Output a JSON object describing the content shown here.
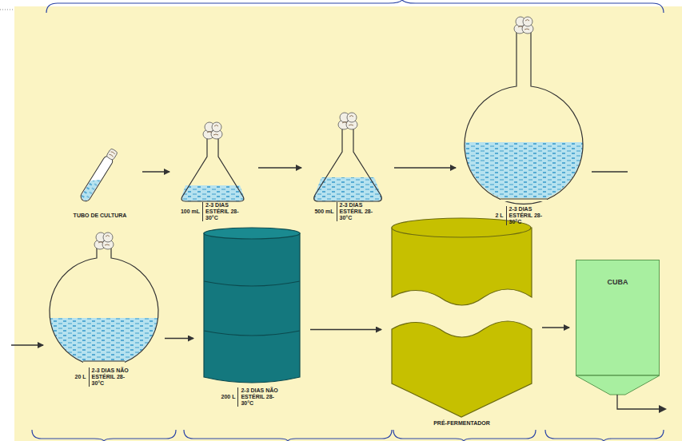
{
  "diagram": {
    "nodes": [
      {
        "text": [
          "TUBO DE CULTURA"
        ]
      },
      {
        "text": [
          "100 mL",
          "2-3 DIAS ESTÉRIL 28-30°C"
        ]
      },
      {
        "text": [
          "500 mL",
          "2-3 DIAS ESTÉRIL 28-30°C"
        ]
      },
      {
        "text": [
          "2 L",
          "2-3 DIAS ESTÉRIL 28-30°C"
        ]
      },
      {
        "text": [
          "20 L",
          "2-3 DIAS NÃO ESTÉRIL 28-30°C"
        ]
      },
      {
        "text": [
          "200 L",
          "2-3 DIAS NÃO ESTÉRIL 28-30°C"
        ]
      },
      {
        "text": [
          "PRÉ-FERMENTADOR"
        ]
      },
      {
        "text": [
          "CUBA"
        ]
      }
    ],
    "edges": [
      {
        "from": 0,
        "to": 1,
        "arrow": "to"
      },
      {
        "from": 1,
        "to": 2,
        "arrow": "to"
      },
      {
        "from": 2,
        "to": 3,
        "arrow": "to"
      },
      {
        "from": 3,
        "to": 4,
        "arrow": "to"
      },
      {
        "from": 4,
        "to": 5,
        "arrow": "to"
      },
      {
        "from": 5,
        "to": 6,
        "arrow": "to"
      },
      {
        "from": 6,
        "to": 7,
        "arrow": "to"
      }
    ]
  }
}
